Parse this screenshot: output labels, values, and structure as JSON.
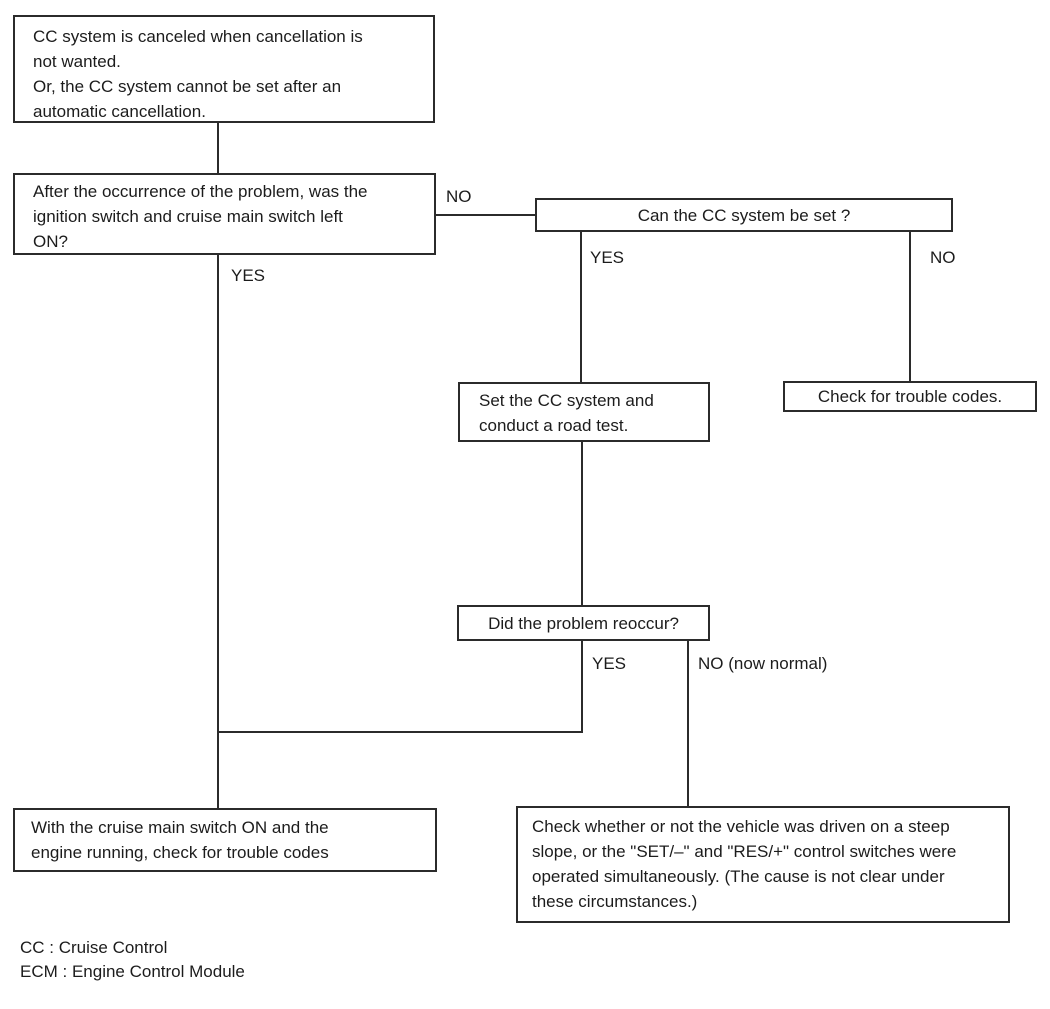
{
  "palette": {
    "ink": "#1c1c1c",
    "line": "#2b2b2b",
    "background": "#ffffff"
  },
  "nodes": {
    "symptom": {
      "lines": [
        "CC system is canceled when cancellation is",
        "not wanted.",
        "Or, the CC system cannot be set after an",
        "automatic cancellation."
      ]
    },
    "q_ignition": {
      "lines": [
        "After the occurrence of the problem, was the",
        "ignition switch and cruise main switch left",
        "ON?"
      ]
    },
    "q_can_set": {
      "text": "Can the CC system be set ?"
    },
    "set_road_test": {
      "lines": [
        "Set the CC system and",
        "conduct a road test."
      ]
    },
    "check_codes": {
      "text": "Check for trouble codes."
    },
    "q_reoccur": {
      "text": "Did the problem reoccur?"
    },
    "with_cruise": {
      "lines": [
        "With the cruise main switch ON and the",
        "engine running, check for trouble codes"
      ]
    },
    "steep_slope": {
      "lines": [
        "Check whether or not the vehicle was driven on a steep",
        "slope, or the \"SET/–\" and \"RES/+\" control switches were",
        "operated simultaneously. (The cause is not clear under",
        "these circumstances.)"
      ]
    }
  },
  "branch_labels": {
    "no_ignition": "NO",
    "yes_ignition": "YES",
    "yes_can_set": "YES",
    "no_can_set": "NO",
    "yes_reoccur": "YES",
    "no_reoccur": "NO (now normal)"
  },
  "legend": {
    "lines": [
      "CC : Cruise Control",
      "ECM : Engine Control Module"
    ]
  }
}
